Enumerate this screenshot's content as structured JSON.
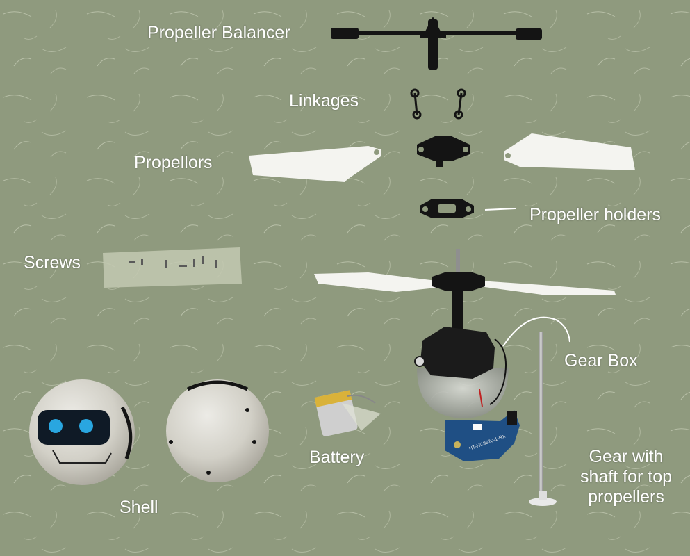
{
  "labels": {
    "propeller_balancer": "Propeller Balancer",
    "linkages": "Linkages",
    "propellors": "Propellors",
    "propeller_holders": "Propeller holders",
    "screws": "Screws",
    "gear_box": "Gear Box",
    "gear_with_shaft_line1": "Gear with",
    "gear_with_shaft_line2": "shaft for top",
    "gear_with_shaft_line3": "propellers",
    "battery": "Battery",
    "shell": "Shell"
  },
  "pcb_text": "HT-HC9520-1-RX",
  "colors": {
    "background": "#8f9a7e",
    "label_text": "#ffffff",
    "plastic_black": "#141414",
    "propeller_white": "#f4f4f0",
    "shell_grey": "#d6d4cc",
    "pcb_blue": "#1f4f84",
    "eye_blue": "#29a6e0"
  }
}
